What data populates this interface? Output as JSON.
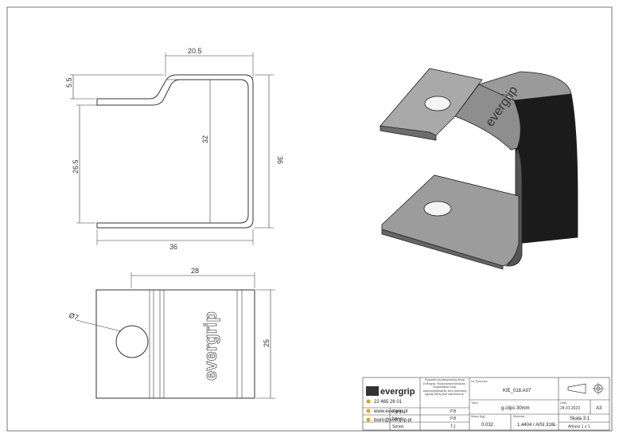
{
  "dimensions": {
    "top_width": "20.5",
    "top_height": "5.5",
    "inner_height": "32",
    "outer_height": "36",
    "lower_height": "26.5",
    "bottom_width": "36",
    "plan_width": "28",
    "plan_height": "25",
    "hole_diameter": "Ø7"
  },
  "part_marking": "evergrip",
  "title_block": {
    "logo_text": "evergrip",
    "phone": "22 465 26 01",
    "website": "www.evergrip.pl",
    "email": "biuro@evergrip.pl",
    "notice": "Rysunki są własnością firmy Evergrip. Rozpowszechnianie, kopiowanie oraz wykorzystywanie bez pisemnej zgody firmy jest zabronione.",
    "drawing_number_label": "Nr Rysunku",
    "drawing_number": "KIE_018.A07",
    "title_label": "Tytuł",
    "title": "g-clips 30mm",
    "date_label": "Data",
    "date": "24.01.2023",
    "format": "A3",
    "rows": [
      {
        "label": "Zaproj.",
        "value": "P.B"
      },
      {
        "label": "Narys.",
        "value": "P.B"
      },
      {
        "label": "Spraw.",
        "value": "T.J"
      }
    ],
    "mass_label": "Masa [kg]",
    "mass": "0.032",
    "material_label": "Materiał",
    "material": "1.4404 / AISI 316L",
    "scale": "Skala 3:1",
    "sheet": "Arkusz 1 z 1"
  }
}
